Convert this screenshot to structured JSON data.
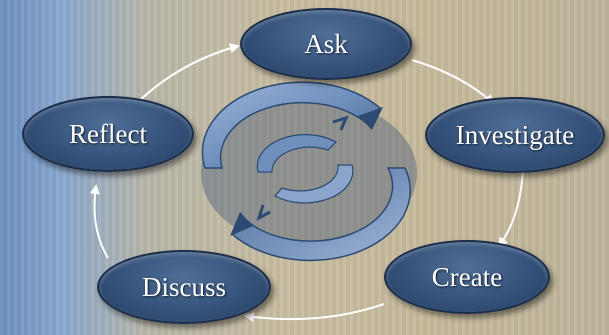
{
  "cycle": {
    "nodes": [
      {
        "label": "Ask"
      },
      {
        "label": "Investigate"
      },
      {
        "label": "Create"
      },
      {
        "label": "Discuss"
      },
      {
        "label": "Reflect"
      }
    ]
  },
  "colors": {
    "node_fill": "#35527a",
    "node_border": "#1b2d49",
    "center_fill": "#7796c2",
    "connector": "#ffffff"
  }
}
